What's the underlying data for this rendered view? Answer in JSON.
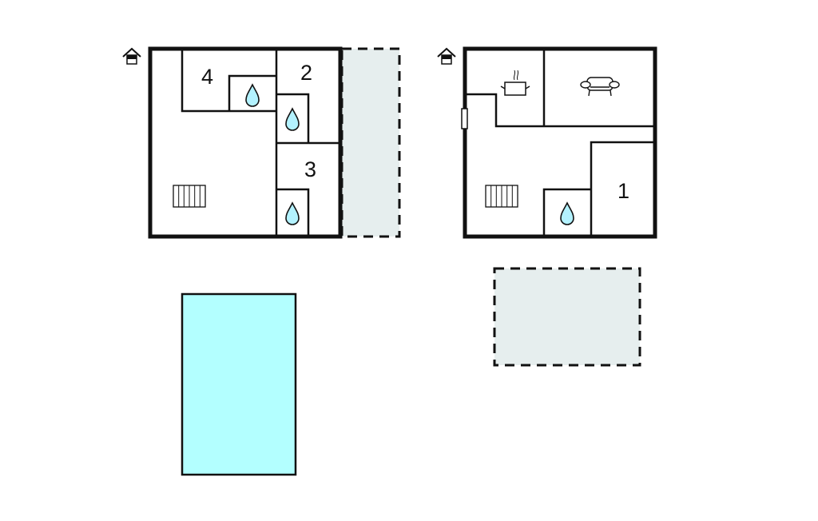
{
  "colors": {
    "wall": "#111111",
    "pool": "#b3ffff",
    "terrace": "#e6eeee",
    "water": "#b3f2ff",
    "background": "#ffffff"
  },
  "floors": [
    {
      "name": "upper-floor",
      "rooms": [
        {
          "label": "4",
          "type": "bedroom"
        },
        {
          "label": "2",
          "type": "bedroom"
        },
        {
          "label": "3",
          "type": "bedroom"
        }
      ],
      "icons": [
        "entrance-icon",
        "water-drop-icon",
        "water-drop-icon",
        "water-drop-icon",
        "stairs-icon"
      ],
      "adjacent": "terrace"
    },
    {
      "name": "ground-floor",
      "rooms": [
        {
          "label": "1",
          "type": "bedroom"
        },
        {
          "label": "",
          "type": "kitchen"
        },
        {
          "label": "",
          "type": "living-room"
        }
      ],
      "icons": [
        "entrance-icon",
        "kitchen-pot-icon",
        "sofa-icon",
        "water-drop-icon",
        "stairs-icon",
        "door-icon"
      ]
    }
  ],
  "outdoor": [
    {
      "type": "pool"
    },
    {
      "type": "terrace"
    }
  ]
}
